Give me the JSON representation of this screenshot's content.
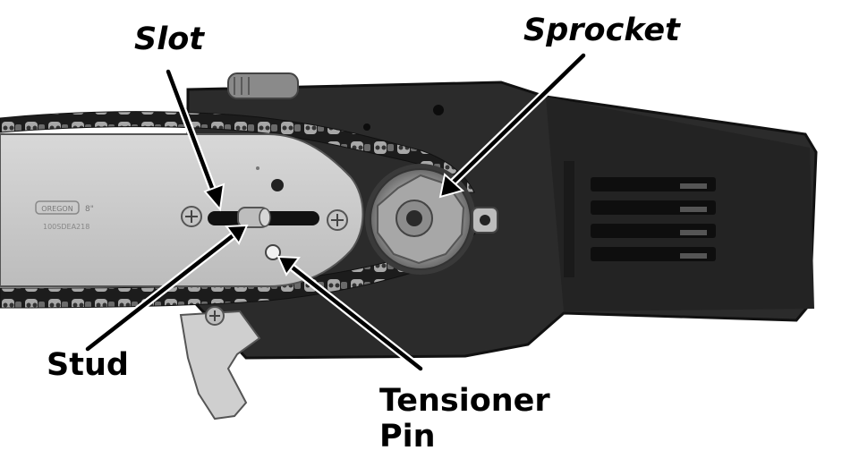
{
  "labels": {
    "slot": "Slot",
    "sprocket": "Sprocket",
    "stud": "Stud",
    "tensioner_line1": "Tensioner",
    "tensioner_line2": "Pin"
  },
  "bar_stamp": {
    "line1": "OREGON",
    "line2": "8\"",
    "line3": "100SDEA218"
  },
  "colors": {
    "housing": "#2a2a2a",
    "housing_edge": "#111111",
    "bar": "#cfcfcf",
    "chain_link": "#9a9a9a",
    "chain_dark": "#1a1a1a",
    "arrow": "#000000",
    "background": "#ffffff"
  }
}
